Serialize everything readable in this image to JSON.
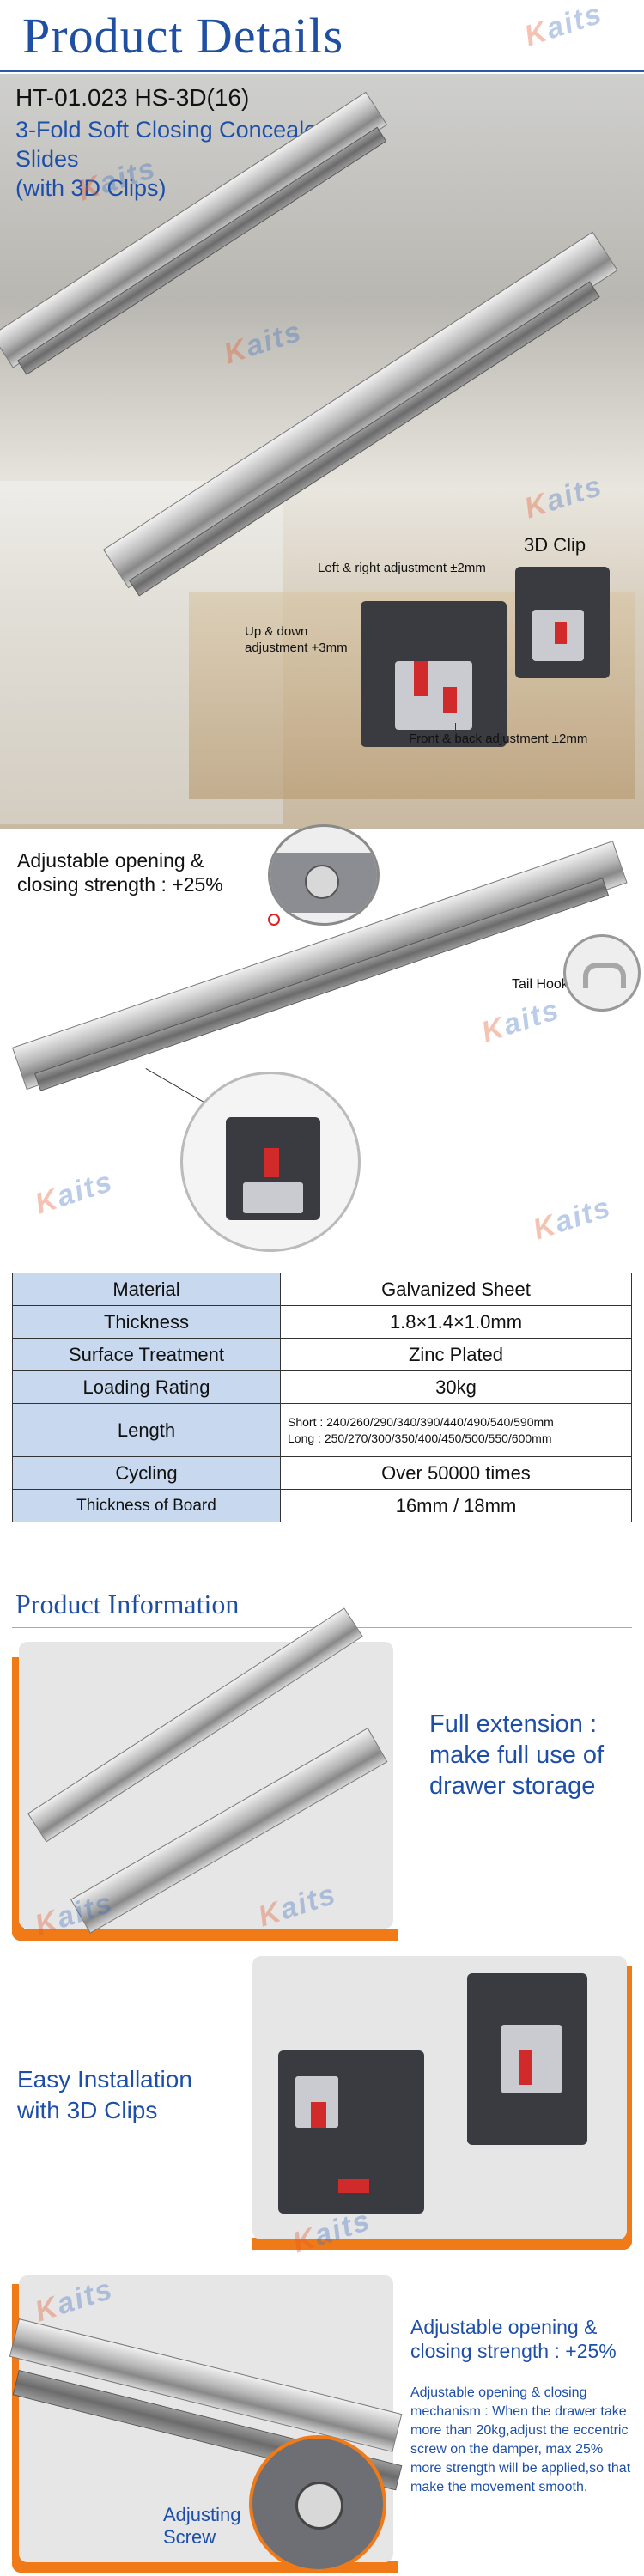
{
  "header": {
    "title": "Product  Details"
  },
  "watermark": {
    "brand_main": "aits",
    "brand_accent": "K"
  },
  "hero": {
    "model": "HT-01.023 HS-3D(16)",
    "subtitle_line1": "3-Fold Soft Closing Concealed Slides",
    "subtitle_line2": "(with 3D Clips)",
    "clip_label": "3D Clip",
    "annotations": {
      "left_right": "Left & right adjustment ±2mm",
      "up_down_line1": "Up & down",
      "up_down_line2": "adjustment +3mm",
      "front_back": "Front & back adjustment ±2mm"
    }
  },
  "detail": {
    "strength_line1": "Adjustable opening &",
    "strength_line2": "closing strength : +25%",
    "tail_hook": "Tail Hook"
  },
  "specs": {
    "rows": [
      {
        "key": "Material",
        "value": "Galvanized Sheet"
      },
      {
        "key": "Thickness",
        "value": "1.8×1.4×1.0mm"
      },
      {
        "key": "Surface Treatment",
        "value": "Zinc Plated"
      },
      {
        "key": "Loading Rating",
        "value": "30kg"
      },
      {
        "key": "Length",
        "value_short": "Short : 240/260/290/340/390/440/490/540/590mm",
        "value_long": "Long : 250/270/300/350/400/450/500/550/600mm"
      },
      {
        "key": "Cycling",
        "value": "Over 50000 times"
      },
      {
        "key": "Thickness of Board",
        "value": "16mm / 18mm"
      }
    ]
  },
  "info": {
    "section_title": "Product Information",
    "feature1_line1": "Full extension :",
    "feature1_line2": "make full use of",
    "feature1_line3": "drawer storage",
    "feature2_line1": "Easy Installation",
    "feature2_line2": "with 3D Clips",
    "feature3_title1": "Adjustable opening &",
    "feature3_title2": "closing strength : +25%",
    "feature3_body": "Adjustable opening & closing mechanism : When the drawer take more than 20kg,adjust the eccentric screw on the damper, max 25% more strength will be applied,so that make the movement smooth.",
    "adjusting_screw_line1": "Adjusting",
    "adjusting_screw_line2": "Screw"
  },
  "colors": {
    "title_blue": "#1f4fa3",
    "text_blue": "#1d4fa8",
    "table_key_bg": "#c8d8ee",
    "accent_orange": "#f07a18",
    "clip_red": "#d12a2a"
  }
}
